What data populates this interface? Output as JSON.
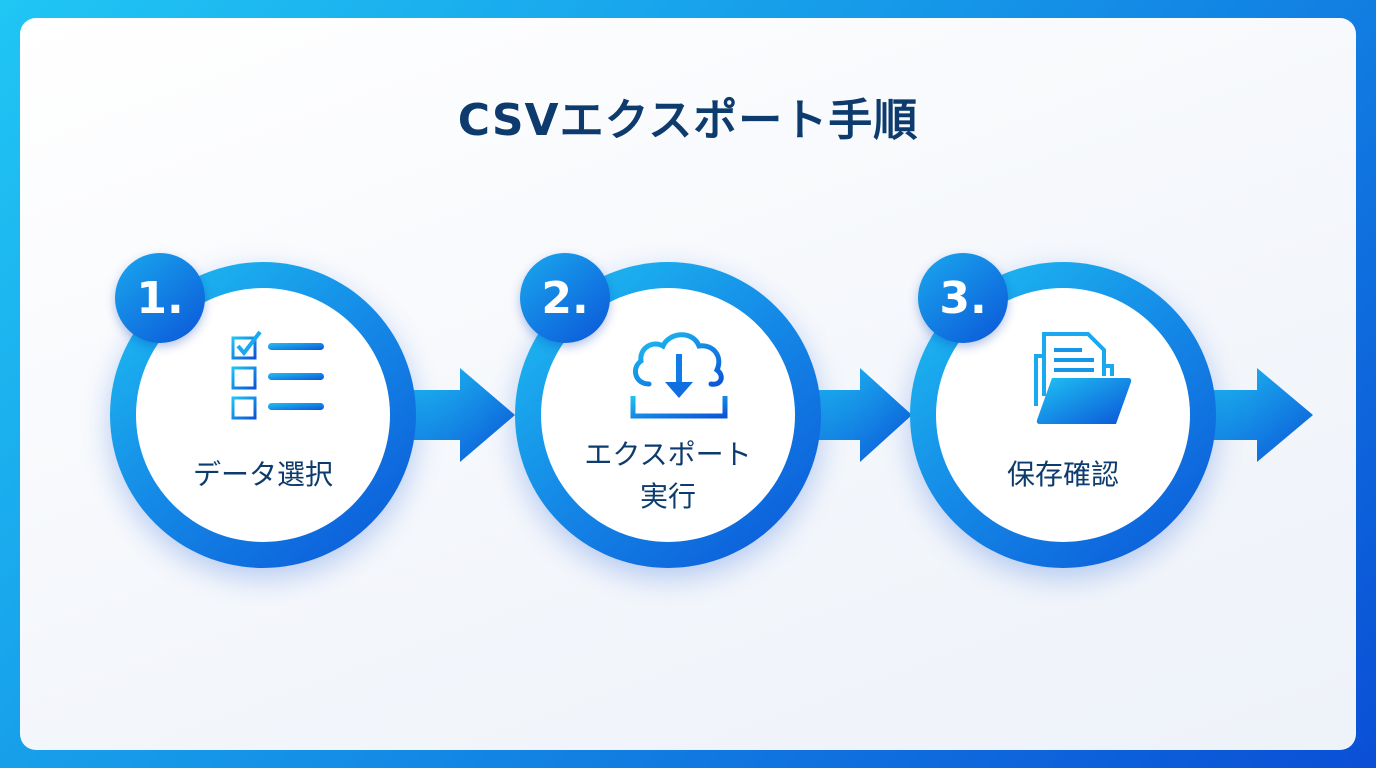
{
  "title": "CSVエクスポート手順",
  "colors": {
    "accent_light": "#1fc3f3",
    "accent_dark": "#0b55d8",
    "text": "#0d3b6e"
  },
  "steps": [
    {
      "number": "1.",
      "label": "データ選択",
      "icon": "checklist-icon"
    },
    {
      "number": "2.",
      "label_line1": "エクスポート",
      "label_line2": "実行",
      "icon": "cloud-download-icon"
    },
    {
      "number": "3.",
      "label": "保存確認",
      "icon": "folder-document-icon"
    }
  ]
}
